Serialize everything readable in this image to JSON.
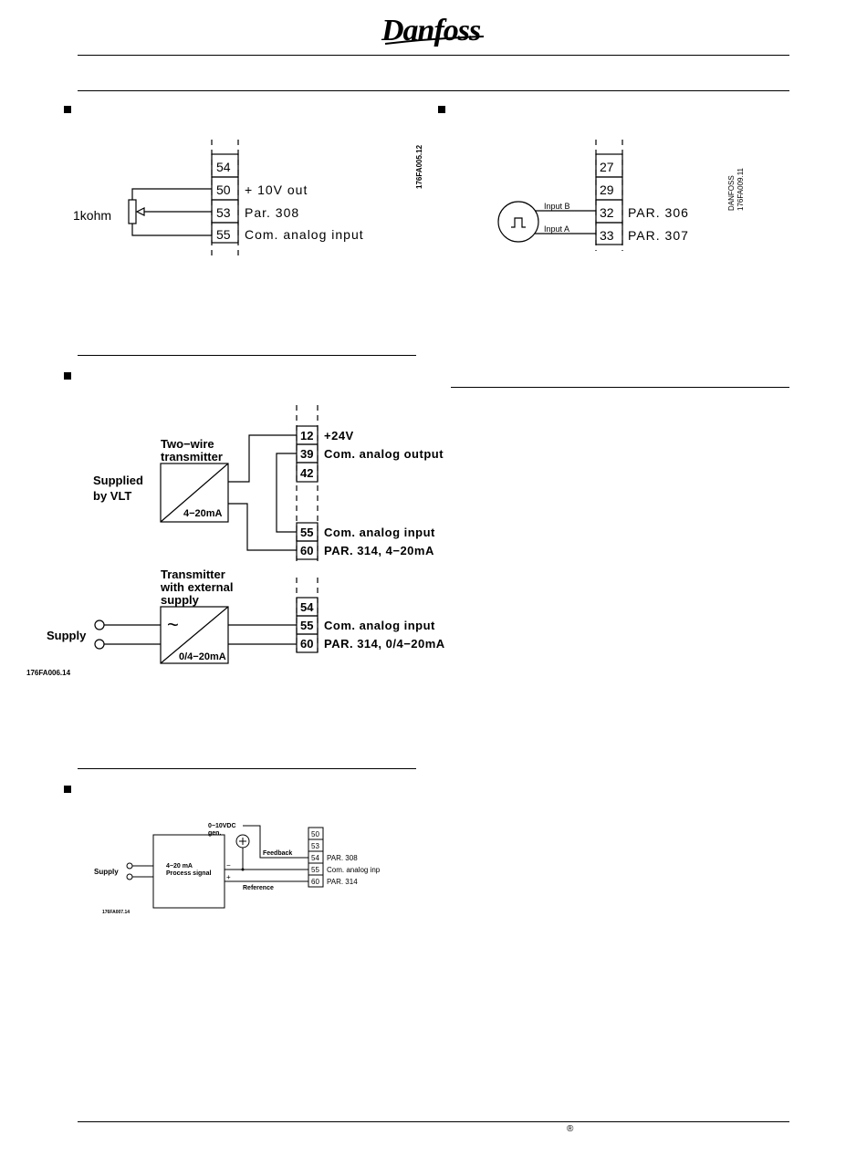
{
  "header": {
    "logo": "Danfoss",
    "registered_mark": "®"
  },
  "diagram_potentiometer": {
    "terminals": [
      "54",
      "50",
      "53",
      "55"
    ],
    "labels": [
      "+ 10V out",
      "Par. 308",
      "Com. analog input"
    ],
    "component_label": "1kohm",
    "drawing_code": "176FA005.12"
  },
  "diagram_pulse": {
    "terminals": [
      "27",
      "29",
      "32",
      "33"
    ],
    "labels": [
      "PAR. 306",
      "PAR. 307"
    ],
    "input_b": "Input B",
    "input_a": "Input A",
    "drawing_code_1": "DANFOSS",
    "drawing_code_2": "176FA009.11"
  },
  "diagram_transmitter": {
    "terminals_top": [
      "12",
      "39",
      "42",
      "55",
      "60"
    ],
    "labels_top": [
      "+24V",
      "Com. analog output",
      "Com. analog input",
      "PAR. 314, 4−20mA"
    ],
    "two_wire_line1": "Two−wire",
    "two_wire_line2": "transmitter",
    "supplied_line1": "Supplied",
    "supplied_line2": "by VLT",
    "box_top_label": "4−20mA",
    "terminals_bottom": [
      "54",
      "55",
      "60"
    ],
    "labels_bottom": [
      "Com. analog input",
      "PAR. 314, 0/4−20mA"
    ],
    "ext_line1": "Transmitter",
    "ext_line2": "with external",
    "ext_line3": "supply",
    "supply_label": "Supply",
    "box_bottom_label": "0/4−20mA",
    "tilde": "~",
    "drawing_code": "176FA006.14"
  },
  "diagram_process": {
    "gen_line1": "0−10VDC",
    "gen_line2": "gen.",
    "feedback": "Feedback",
    "reference": "Reference",
    "box_line1": "4−20 mA",
    "box_line2": "Process signal",
    "supply_label": "Supply",
    "minus": "−",
    "plus": "+",
    "terminals": [
      "50",
      "53",
      "54",
      "55",
      "60"
    ],
    "labels": [
      "PAR. 308",
      "Com. analog inp",
      "PAR. 314"
    ],
    "drawing_code": "176FA007.14"
  }
}
